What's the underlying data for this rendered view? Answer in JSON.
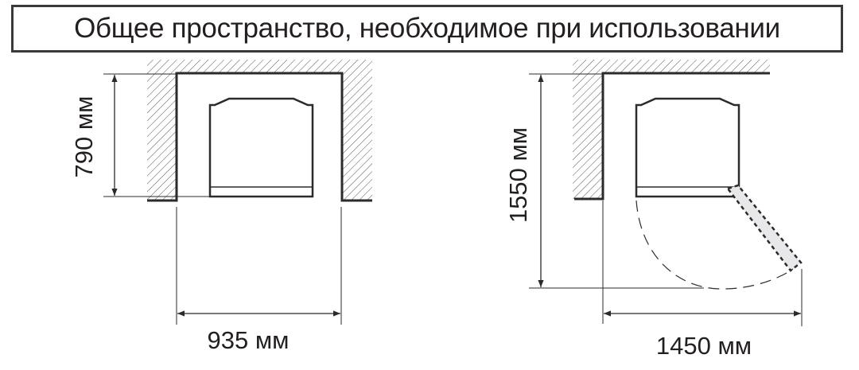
{
  "title": "Общее пространство, необходимое при использовании",
  "diagrams": [
    {
      "id": "built-in-niche",
      "height_label": "790 мм",
      "width_label": "935 мм"
    },
    {
      "id": "door-open-clearance",
      "height_label": "1550 мм",
      "width_label": "1450 мм"
    }
  ],
  "colors": {
    "line": "#2b2b2b",
    "hatch": "#555555",
    "door_fill": "#e8e8ea"
  }
}
